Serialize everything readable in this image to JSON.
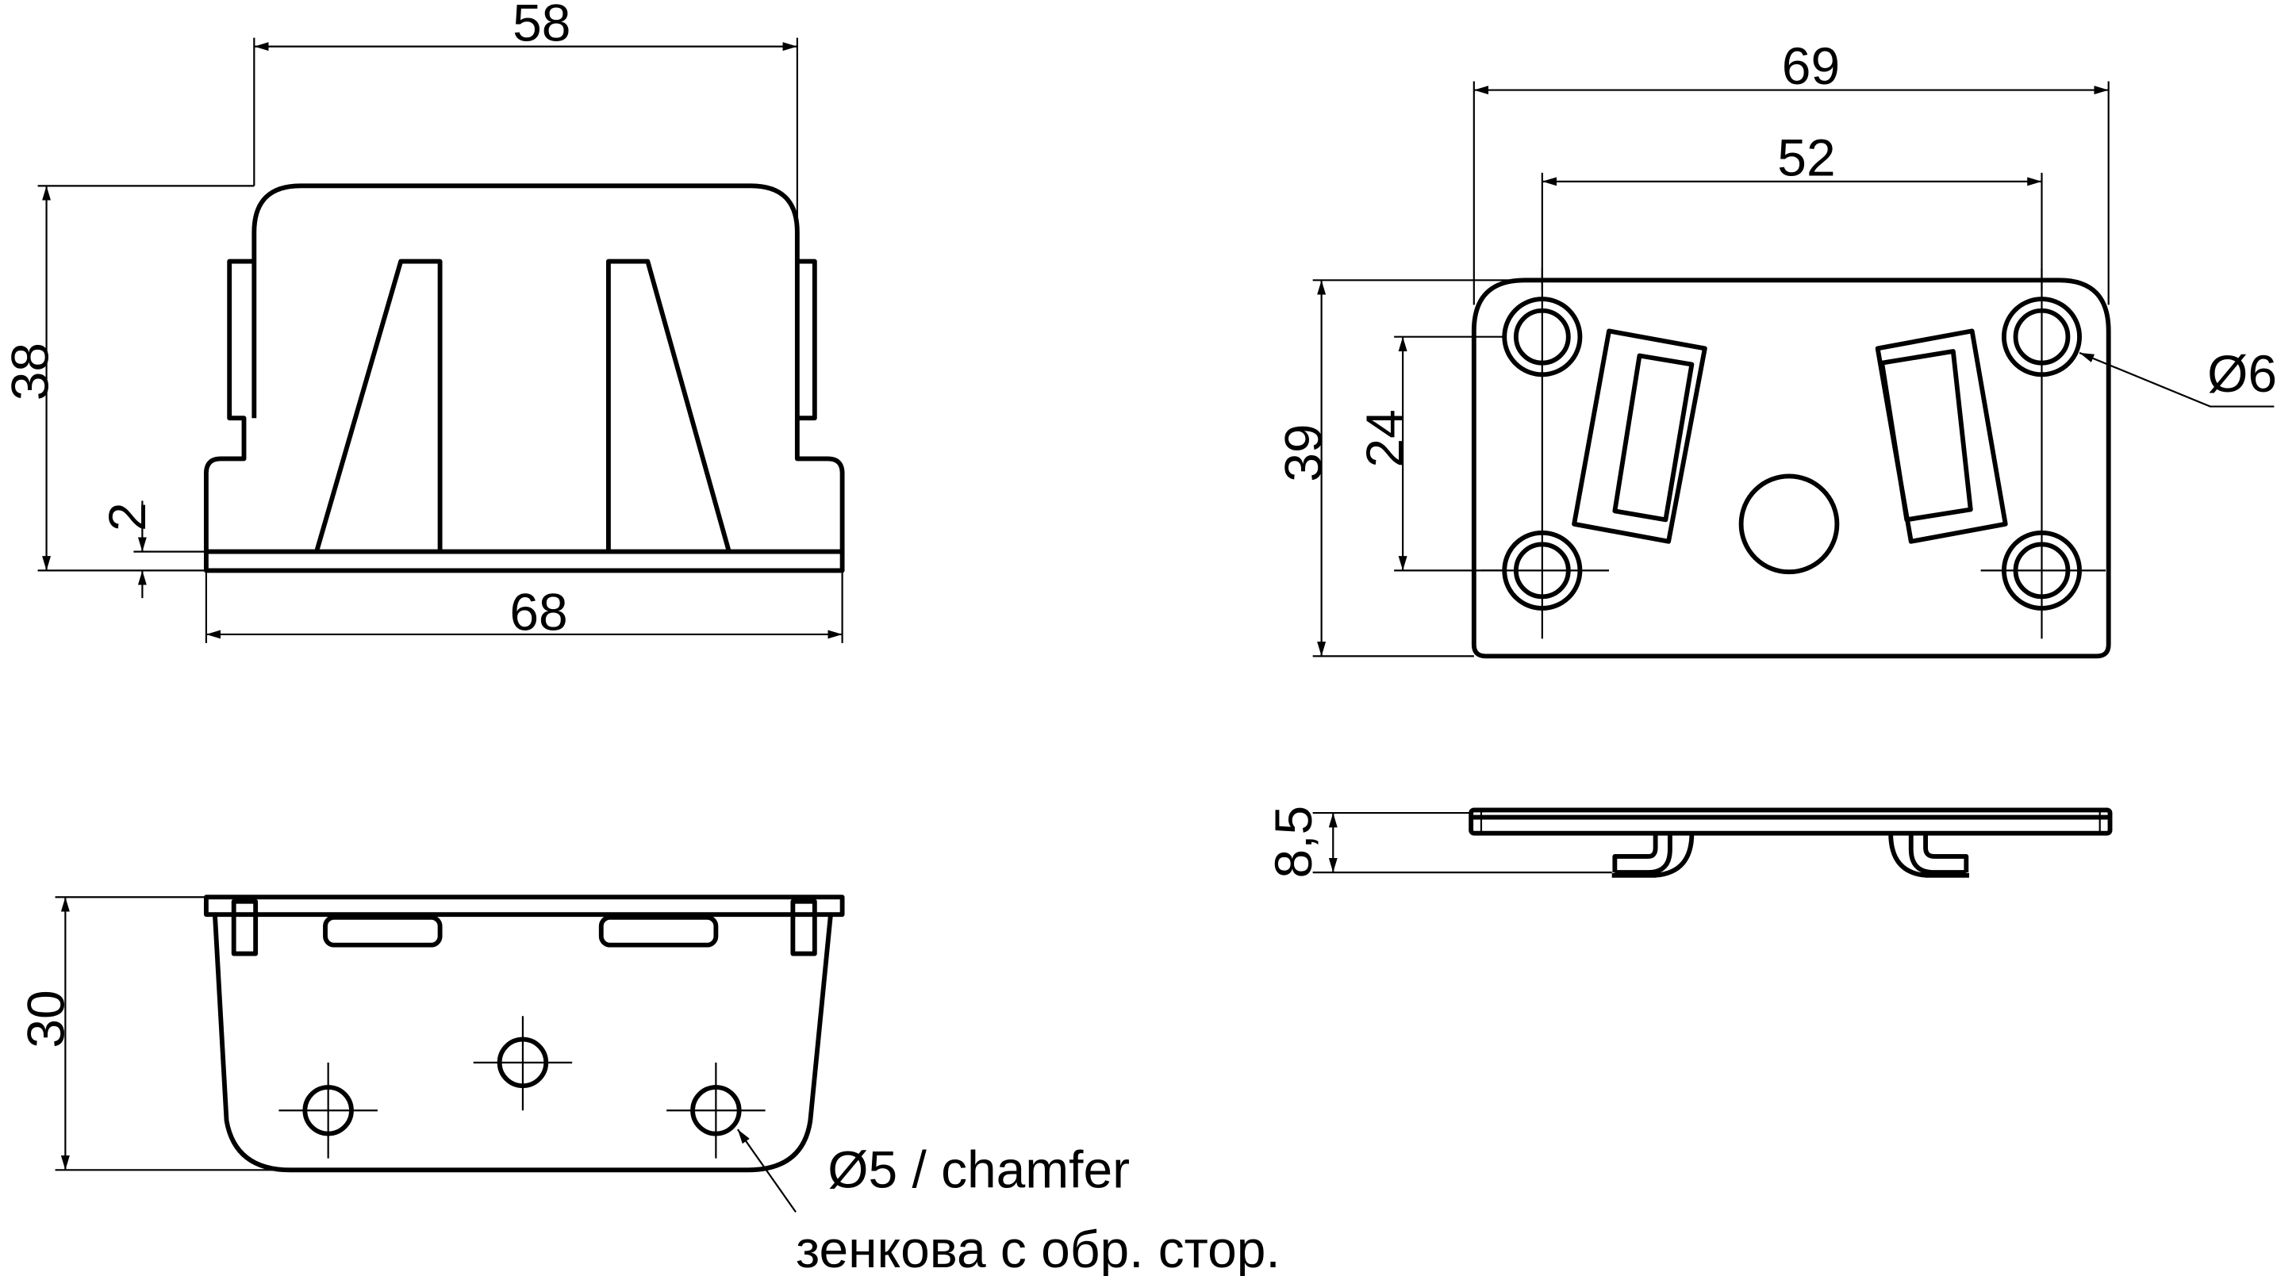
{
  "front_view": {
    "dim_width_top": "58",
    "dim_height": "38",
    "dim_base_thickness": "2",
    "dim_width_base": "68"
  },
  "top_view": {
    "dim_width_total": "69",
    "dim_hole_spacing_x": "52",
    "dim_height_total": "39",
    "dim_hole_spacing_y": "24",
    "hole_diameter": "Ø6"
  },
  "side_view": {
    "dim_height": "8,5"
  },
  "bottom_view": {
    "dim_height": "30",
    "hole_note": "Ø5 / chamfer",
    "hole_note_ru": "зенкова с обр. стор."
  },
  "colors": {
    "line": "#000000",
    "background": "#ffffff"
  }
}
